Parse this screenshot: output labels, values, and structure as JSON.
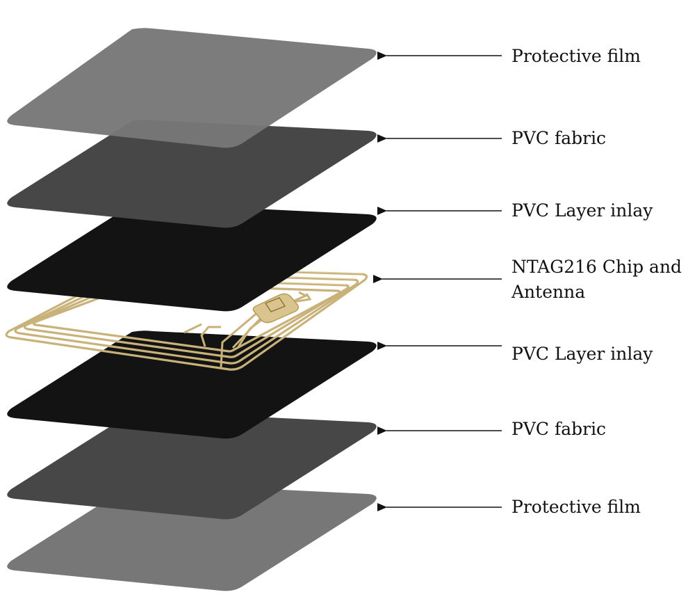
{
  "layers": [
    {
      "id": "protective-film-top",
      "label": "Protective film",
      "color": "#777777"
    },
    {
      "id": "pvc-fabric-top",
      "label": "PVC fabric",
      "color": "#474747"
    },
    {
      "id": "pvc-inlay-top",
      "label": "PVC Layer inlay",
      "color": "#131313"
    },
    {
      "id": "antenna",
      "label_lines": [
        "NTAG216 Chip and",
        "Antenna"
      ],
      "color": "#c9b27a"
    },
    {
      "id": "pvc-inlay-bottom",
      "label": "PVC Layer inlay",
      "color": "#131313"
    },
    {
      "id": "pvc-fabric-bottom",
      "label": "PVC fabric",
      "color": "#474747"
    },
    {
      "id": "protective-film-bottom",
      "label": "Protective film",
      "color": "#777777"
    }
  ],
  "colors": {
    "antenna_trace": "#c9b27a",
    "antenna_highlight": "#e8dbb0",
    "chip": "#d8c48c",
    "arrow": "#111111"
  }
}
